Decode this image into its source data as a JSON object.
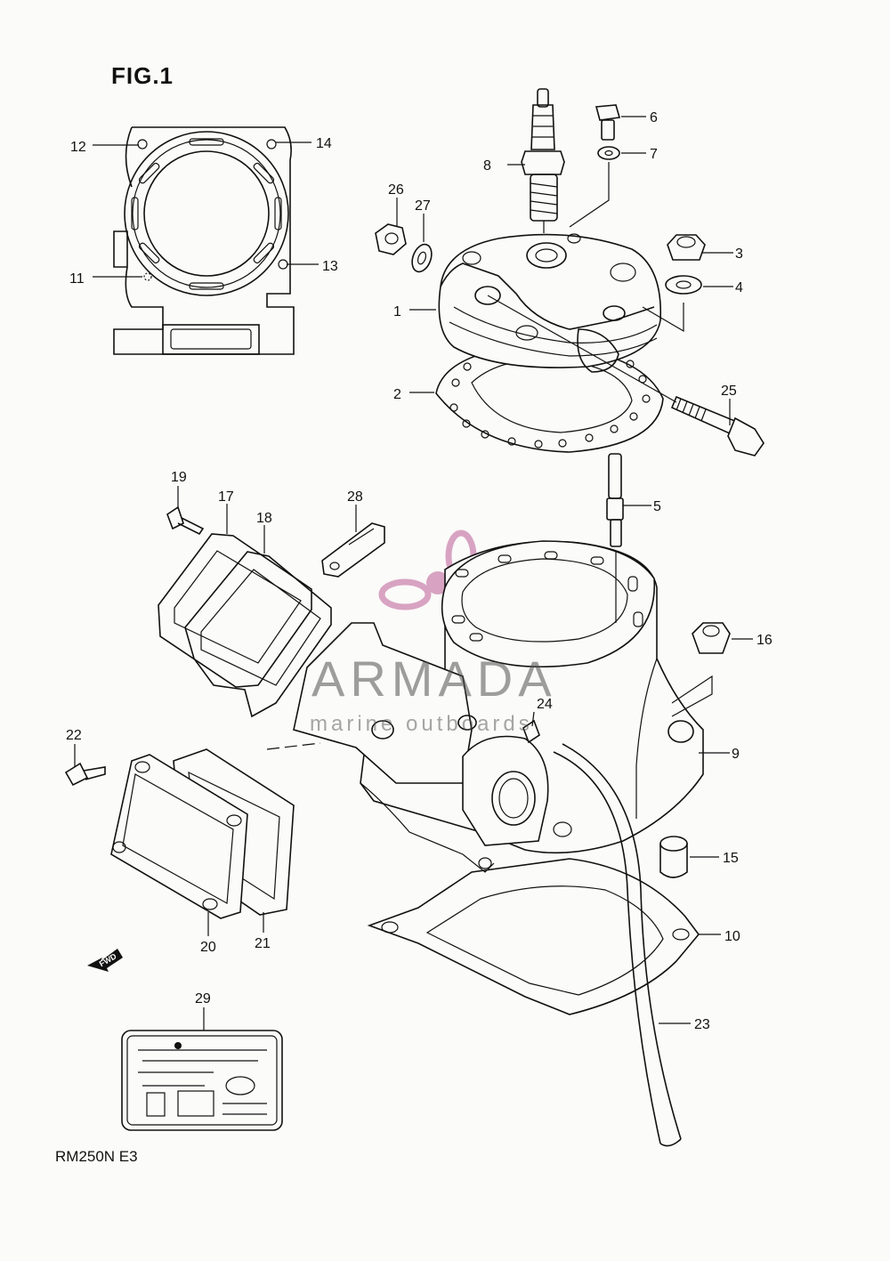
{
  "figure": {
    "title": "FIG.1",
    "model": "RM250N E3"
  },
  "watermark": {
    "name": "ARMADA",
    "subtitle": "marine outboards",
    "color": "#d8a3c2"
  },
  "fwd_label": "FWD",
  "callouts": {
    "p1": "1",
    "p2": "2",
    "p3": "3",
    "p4": "4",
    "p5": "5",
    "p6": "6",
    "p7": "7",
    "p8": "8",
    "p9": "9",
    "p10": "10",
    "p11": "11",
    "p12": "12",
    "p13": "13",
    "p14": "14",
    "p15": "15",
    "p16": "16",
    "p17": "17",
    "p18": "18",
    "p19": "19",
    "p20": "20",
    "p21": "21",
    "p22": "22",
    "p23": "23",
    "p24": "24",
    "p25": "25",
    "p26": "26",
    "p27": "27",
    "p28": "28",
    "p29": "29"
  }
}
